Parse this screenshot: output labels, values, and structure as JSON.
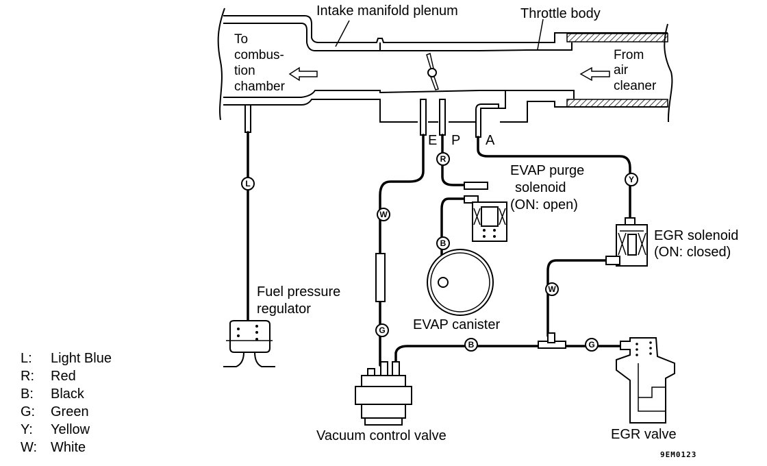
{
  "diagram": {
    "title_labels": {
      "intake_plenum": "Intake manifold plenum",
      "throttle_body": "Throttle body",
      "to_combustion": [
        "To",
        "combus-",
        "tion",
        "chamber"
      ],
      "from_air_cleaner": [
        "From",
        "air",
        "cleaner"
      ]
    },
    "ports": {
      "e": "E",
      "p": "P",
      "a": "A"
    },
    "components": {
      "evap_purge_solenoid": [
        "EVAP purge",
        "solenoid",
        "(ON: open)"
      ],
      "egr_solenoid": [
        "EGR solenoid",
        "(ON: closed)"
      ],
      "fuel_pressure_regulator": [
        "Fuel pressure",
        "regulator"
      ],
      "evap_canister": "EVAP canister",
      "vacuum_control_valve": "Vacuum control valve",
      "egr_valve": "EGR valve"
    },
    "hose_markers": {
      "fpr_hose": "L",
      "purge_hose": "R",
      "e_port_hose": "W",
      "vcv_hose": "G",
      "canister_hose": "B",
      "egr_sol_hose": "Y",
      "egr_sol_out_hose": "W",
      "vcv_to_tee_hose": "B",
      "tee_to_egr_hose": "G"
    },
    "figure_code": "9EM0123"
  },
  "legend": [
    {
      "key": "L:",
      "value": "Light Blue"
    },
    {
      "key": "R:",
      "value": "Red"
    },
    {
      "key": "B:",
      "value": "Black"
    },
    {
      "key": "G:",
      "value": "Green"
    },
    {
      "key": "Y:",
      "value": "Yellow"
    },
    {
      "key": "W:",
      "value": "White"
    }
  ]
}
